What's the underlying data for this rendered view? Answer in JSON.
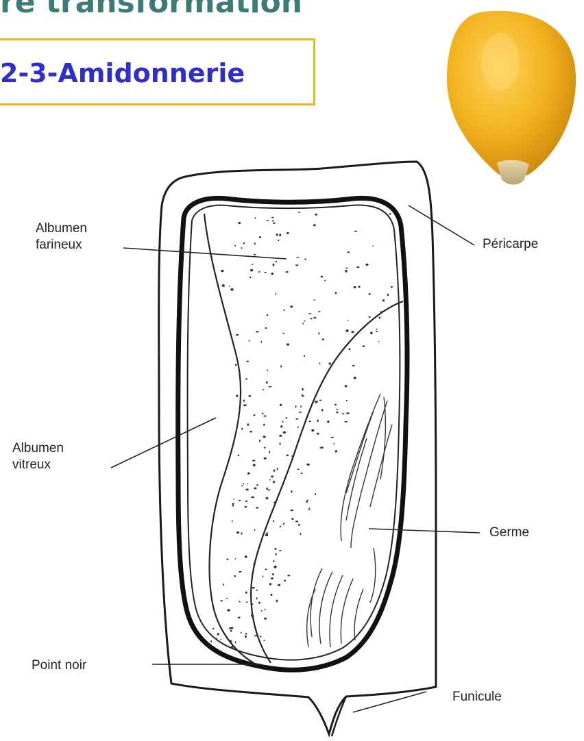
{
  "header": {
    "title": "re transformation",
    "section": "2-3-Amidonnerie"
  },
  "diagram": {
    "labels": {
      "albumen_farineux_1": "Albumen",
      "albumen_farineux_2": "farineux",
      "pericarpe": "Péricarpe",
      "albumen_vitreux_1": "Albumen",
      "albumen_vitreux_2": "vitreux",
      "germe": "Germe",
      "point_noir": "Point noir",
      "funicule": "Funicule"
    }
  },
  "colors": {
    "title": "#3d7a78",
    "section_text": "#2f2fc8",
    "section_border": "#e8b52a",
    "kernel_gold": "#f2b21e"
  },
  "icons": {
    "kernel_photo": "corn-kernel-icon"
  }
}
